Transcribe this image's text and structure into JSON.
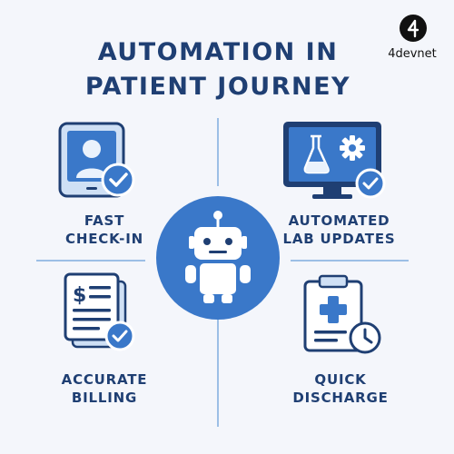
{
  "title": {
    "line1": "AUTOMATION IN",
    "line2": "PATIENT JOURNEY"
  },
  "brand": {
    "text": "4devnet",
    "mark": "4"
  },
  "quadrants": [
    {
      "id": "check-in",
      "line1": "FAST",
      "line2": "CHECK-IN",
      "icon": "tablet-user-check-icon"
    },
    {
      "id": "lab",
      "line1": "AUTOMATED",
      "line2": "LAB UPDATES",
      "icon": "monitor-flask-gear-icon"
    },
    {
      "id": "billing",
      "line1": "ACCURATE",
      "line2": "BILLING",
      "icon": "bill-dollar-check-icon"
    },
    {
      "id": "discharge",
      "line1": "QUICK",
      "line2": "DISCHARGE",
      "icon": "clipboard-cross-clock-icon"
    }
  ],
  "center": {
    "icon": "robot-icon"
  },
  "colors": {
    "primary": "#3a78c9",
    "dark": "#1f3f73",
    "light": "#cfe0f5",
    "divider": "#9cbfe6",
    "background": "#f4f6fb"
  }
}
